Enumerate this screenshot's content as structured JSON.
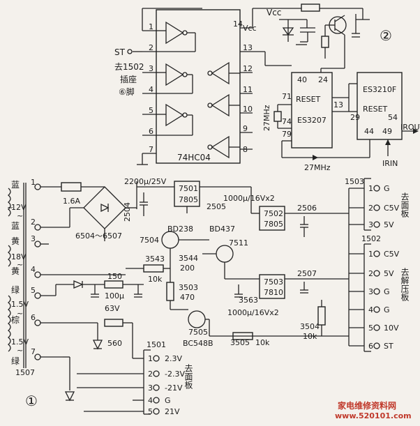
{
  "hc04": {
    "part": "74HC04",
    "vcc": "Vcc",
    "left_pins": [
      "1",
      "2",
      "3",
      "4",
      "5",
      "6",
      "7"
    ],
    "right_pins": [
      "14",
      "13",
      "12",
      "11",
      "10",
      "9",
      "8"
    ]
  },
  "st_note": {
    "st": "ST",
    "l1": "去1502",
    "l2": "插座",
    "l3": "⑥脚"
  },
  "top_vcc": "Vcc",
  "es3207": {
    "name": "ES3207",
    "reset": "RESET",
    "pins": [
      "40",
      "24",
      "71",
      "74",
      "79",
      "13"
    ],
    "xtal": "27MHz",
    "clock_out": "27MHz"
  },
  "es3210": {
    "name": "ES3210F",
    "reset": "RESET",
    "pins": [
      "29",
      "54",
      "44",
      "49"
    ],
    "irout": "IROUT",
    "irin": "IRIN"
  },
  "circle_labels": [
    "②",
    "①"
  ],
  "transformer": {
    "pins": [
      "1",
      "2",
      "3",
      "4",
      "5",
      "6",
      "7"
    ],
    "colors": [
      "蓝",
      "蓝",
      "黄",
      "黄",
      "绿",
      "棕",
      "绿"
    ],
    "voltages": [
      "12V",
      "18V",
      "1.5V",
      "1.5V"
    ],
    "tildes": [
      "~",
      "~",
      "~",
      "~",
      "~"
    ],
    "name": "1507"
  },
  "fuse": "1.6A",
  "bridge": "6504～6507",
  "caps": {
    "c2200": "2200μ/25V",
    "c2504": "2504",
    "c2505": "2505",
    "c1000a": "1000μ/16Vx2",
    "c2506": "2506",
    "c2507": "2507",
    "c3563": "3563",
    "c1000b": "1000μ/16Vx2",
    "c100": "100μ",
    "c63v": "63V"
  },
  "reg7501": {
    "name": "7501",
    "type": "7805"
  },
  "reg7502": {
    "name": "7502",
    "type": "7805"
  },
  "reg7503": {
    "name": "7503",
    "type": "7810"
  },
  "transistors": {
    "t7504": "7504",
    "bd238": "BD238",
    "bd437": "BD437",
    "t7511": "7511",
    "t7505": "7505",
    "bc548": "BC548B"
  },
  "resistors": {
    "r3543": "3543",
    "r3543v": "10k",
    "r3544": "3544",
    "r3544v": "200",
    "r3503": "3503",
    "r3503v": "470",
    "r150": "150",
    "r560": "560",
    "r3505": "3505",
    "r3505v": "10k",
    "r3504": "3504",
    "r3504v": "10k"
  },
  "conn1503": {
    "name": "1503",
    "pins": [
      "1",
      "2",
      "3"
    ],
    "sigs": [
      "G",
      "C5V",
      "5V"
    ],
    "dest": "去面板"
  },
  "conn1502": {
    "name": "1502",
    "pins": [
      "1",
      "2",
      "3",
      "4",
      "5",
      "6"
    ],
    "sigs": [
      "C5V",
      "5V",
      "G",
      "G",
      "10V",
      "ST"
    ],
    "dest": "去解压板"
  },
  "conn1501": {
    "name": "1501",
    "pins": [
      "1",
      "2",
      "3",
      "4",
      "5"
    ],
    "sigs": [
      "2.3V",
      "-2.3V",
      "-21V",
      "G",
      "21V"
    ],
    "dest": "去面板"
  },
  "watermark": {
    "site": "家电维修资料网",
    "url": "www.520101.com"
  }
}
